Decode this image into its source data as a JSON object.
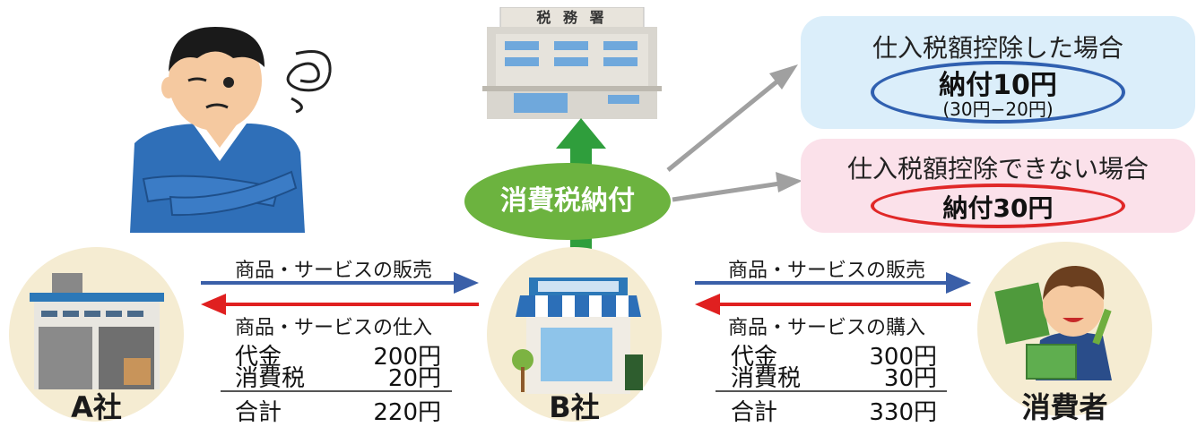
{
  "tax_office": {
    "sign": "税 務 署"
  },
  "center": {
    "tax_payment": "消費税納付"
  },
  "company_a": {
    "name": "A社"
  },
  "company_b": {
    "name": "B社"
  },
  "consumer": {
    "name": "消費者"
  },
  "left_flow": {
    "sale_label": "商品・サービスの販売",
    "purchase_label": "商品・サービスの仕入",
    "price_label": "代金",
    "price_value": "200円",
    "tax_label": "消費税",
    "tax_value": "20円",
    "total_label": "合計",
    "total_value": "220円"
  },
  "right_flow": {
    "sale_label": "商品・サービスの販売",
    "purchase_label": "商品・サービスの購入",
    "price_label": "代金",
    "price_value": "300円",
    "tax_label": "消費税",
    "tax_value": "30円",
    "total_label": "合計",
    "total_value": "330円"
  },
  "case_deductible": {
    "title": "仕入税額控除した場合",
    "payment": "納付10円",
    "calc": "(30円−20円)"
  },
  "case_not_deductible": {
    "title": "仕入税額控除できない場合",
    "payment": "納付30円"
  },
  "colors": {
    "blue_arrow": "#3a5fa8",
    "red_arrow": "#e02020",
    "green": "#6cb33f",
    "box_blue": "#dbeefa",
    "box_pink": "#fbe1ea",
    "oval_blue": "#3060b0",
    "oval_red": "#e02828"
  }
}
